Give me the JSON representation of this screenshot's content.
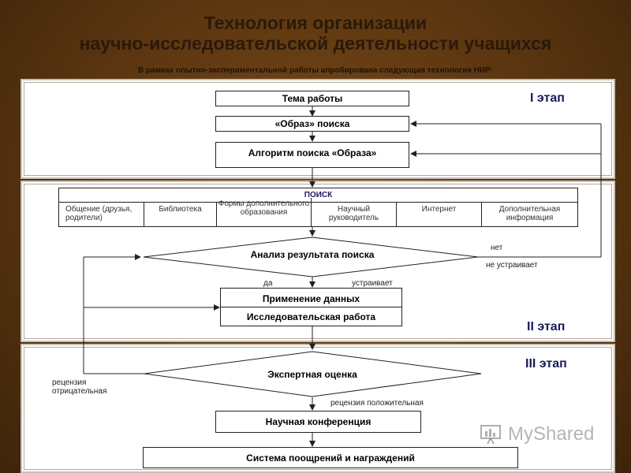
{
  "header": {
    "title_line1": "Технология организации",
    "title_line2": "научно-исследовательской деятельности учащихся",
    "subtitle": "В рамках опытно-экспериментальной работы апробирована следующая технология НИР:"
  },
  "stages": {
    "stage1": "I этап",
    "stage2": "II этап",
    "stage3": "III этап"
  },
  "boxes": {
    "topic": "Тема работы",
    "image": "«Образ» поиска",
    "algorithm": "Алгоритм поиска «Образа»",
    "search_header": "ПОИСК",
    "analysis": "Анализ результата поиска",
    "apply": "Применение данных",
    "research": "Исследовательская работа",
    "expert": "Экспертная оценка",
    "conference": "Научная конференция",
    "rewards": "Система поощрений и награждений"
  },
  "search_sources": [
    "Общение (друзья, родители)",
    "Библиотека",
    "Формы дополнительного образования",
    "Научный руководитель",
    "Интернет",
    "Дополнительная информация"
  ],
  "labels": {
    "no": "нет",
    "not_satisfy": "не устраивает",
    "yes": "да",
    "satisfy": "устраивает",
    "review_negative": "рецензия отрицательная",
    "review_positive": "рецензия положительная"
  },
  "watermark": "MyShared"
}
